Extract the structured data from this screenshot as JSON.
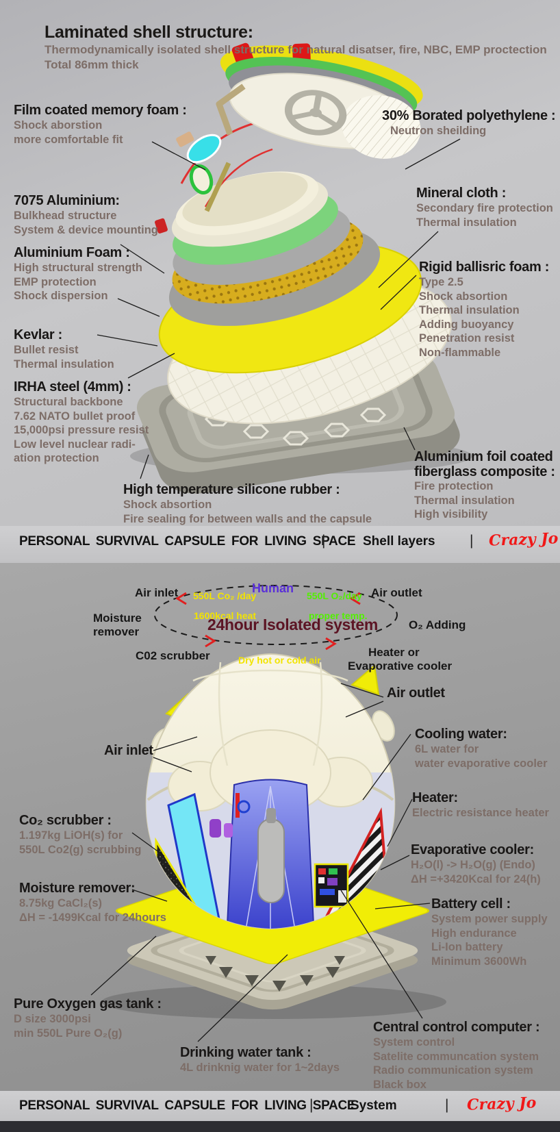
{
  "colors": {
    "brand_red": "#f01818",
    "diagram_yellow": "#f2e400",
    "diagram_green": "#52f000",
    "diagram_purple": "#5a30d8",
    "diagram_dark_red": "#5c1524",
    "label_brown": "#7d6d67",
    "shell_yellow": "#f0e712"
  },
  "panel1": {
    "header": {
      "title": "Laminated shell structure:",
      "line1": "Thermodynamically isolated shell structure for natural disatser, fire, NBC, EMP proctection",
      "line2": "Total 86mm thick"
    },
    "callouts": {
      "film": {
        "title": "Film coated memory foam :",
        "lines": [
          "Shock aborstion",
          "more comfortable fit"
        ]
      },
      "borated": {
        "title": "30% Borated polyethylene :",
        "lines": [
          "Neutron sheilding"
        ]
      },
      "alu7075": {
        "title": "7075 Aluminium:",
        "lines": [
          "Bulkhead structure",
          "System & device mounting"
        ]
      },
      "alufoam": {
        "title": "Aluminium Foam :",
        "lines": [
          "High structural strength",
          "EMP protection",
          "Shock dispersion"
        ]
      },
      "kevlar": {
        "title": "Kevlar :",
        "lines": [
          "Bullet resist",
          "Thermal insulation"
        ]
      },
      "irha": {
        "title": "IRHA steel (4mm) :",
        "lines": [
          "Structural backbone",
          "7.62 NATO bullet proof",
          "15,000psi pressure resist",
          "Low level nuclear radi-",
          "ation protection"
        ]
      },
      "mineral": {
        "title": "Mineral cloth :",
        "lines": [
          "Secondary fire protection",
          "Thermal insulation"
        ]
      },
      "rigid": {
        "title": "Rigid ballisric foam :",
        "lines": [
          "Type 2.5",
          "Shock absortion",
          "Thermal insulation",
          "Adding buoyancy",
          "Penetration resist",
          "Non-flammable"
        ]
      },
      "alufoil": {
        "title": "Aluminium foil coated",
        "title2": "fiberglass composite :",
        "lines": [
          "Fire protection",
          "Thermal insulation",
          "High visibility"
        ]
      },
      "silicone": {
        "title": "High temperature silicone rubber :",
        "lines": [
          "Shock absortion",
          "Fire sealing for between walls and the capsule"
        ]
      }
    }
  },
  "footer1": {
    "product": "PERSONAL SURVIVAL CAPSULE FOR LIVING SPACE",
    "sep": "|",
    "section": "Shell layers",
    "brand": "Crazy Jo"
  },
  "panel2": {
    "diagram": {
      "air_inlet": "Air inlet",
      "co2_day": "550L Co₂ /day",
      "human": "Human",
      "o2_day": "550L O₂/day",
      "air_outlet": "Air outlet",
      "moisture_line1": "Moisture",
      "moisture_line2": "remover",
      "heat": "1600kcal heat",
      "temp": "proper temp.",
      "o2_adding": "O₂ Adding",
      "title": "24hour Isolated system",
      "scrubber": "C02 scrubber",
      "dry_air": "Dry hot or cold air",
      "heater_line1": "Heater or",
      "heater_line2": "Evaporative cooler"
    },
    "callouts": {
      "air_outlet": {
        "title": "Air outlet"
      },
      "cooling": {
        "title": "Cooling water:",
        "lines": [
          "6L water for",
          "water evaporative cooler"
        ]
      },
      "heater": {
        "title": "Heater:",
        "lines": [
          "Electric resistance heater"
        ]
      },
      "evap": {
        "title": "Evaporative cooler:",
        "lines": [
          "H₂O(l) -> H₂O(g) (Endo)",
          "ΔH =+3420Kcal for 24(h)"
        ]
      },
      "battery": {
        "title": "Battery cell :",
        "lines": [
          "System power supply",
          "High endurance",
          "Li-Ion battery",
          "Minimum 3600Wh"
        ]
      },
      "air_inlet": {
        "title": "Air inlet"
      },
      "co2": {
        "title": "Co₂ scrubber :",
        "lines": [
          "1.197kg LiOH(s) for",
          "550L Co2(g) scrubbing"
        ]
      },
      "moisture": {
        "title": "Moisture remover:",
        "lines": [
          "8.75kg CaCl₂(s)",
          "ΔH = -1499Kcal for 24hours"
        ]
      },
      "oxygen": {
        "title": "Pure Oxygen gas tank :",
        "lines": [
          "D size 3000psi",
          "min 550L Pure O₂(g)"
        ]
      },
      "drinking": {
        "title": "Drinking water tank :",
        "lines": [
          "4L drinknig water for 1~2days"
        ]
      },
      "computer": {
        "title": "Central control computer :",
        "lines": [
          "System control",
          "Satelite communcation system",
          "Radio communication system",
          "Black box"
        ]
      }
    }
  },
  "footer2": {
    "product": "PERSONAL SURVIVAL CAPSULE FOR LIVING SPACE",
    "sep": "|",
    "section": "System",
    "brand": "Crazy Jo"
  }
}
